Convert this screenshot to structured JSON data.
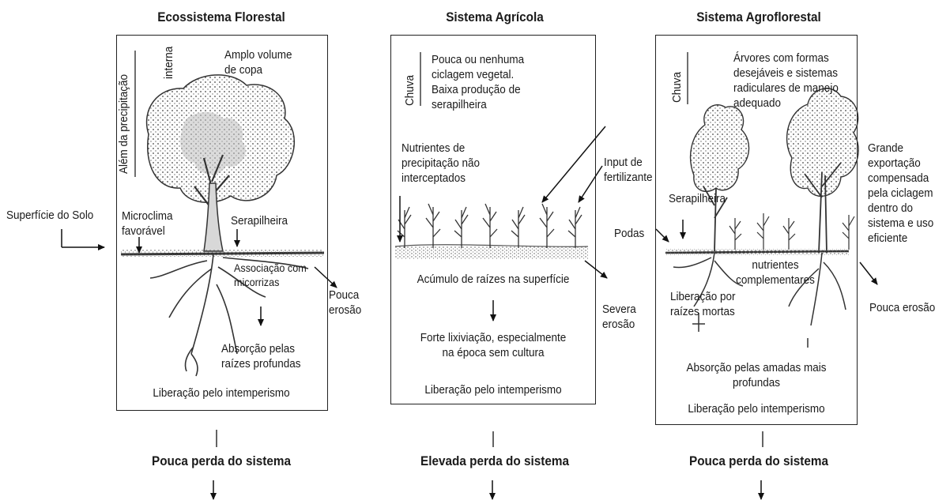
{
  "panels": [
    {
      "title": "Ecossistema Florestal",
      "rain_label": "Além da precipitação",
      "rain_label2": "interna",
      "canopy": "Amplo volume\nde copa",
      "microclimate": "Microclima\nfavorável",
      "litter": "Serapilheira",
      "mycorrhiza": "Associação com\nmicorrizas",
      "absorption": "Absorção pelas\nraízes profundas",
      "release": "Liberação pelo intemperismo",
      "footer": "Pouca perda do sistema"
    },
    {
      "title": "Sistema Agrícola",
      "rain_label": "Chuva",
      "cycling": "Pouca ou nenhuma\nciclagem vegetal.\nBaixa produção de\nserapilheira",
      "nutrients": "Nutrientes de\nprecipitação não\ninterceptados",
      "roots": "Acúmulo de raízes na superfície",
      "leaching": "Forte lixiviação, especialmente\nna época sem cultura",
      "release": "Liberação pelo intemperismo",
      "footer": "Elevada perda do sistema"
    },
    {
      "title": "Sistema Agroflorestal",
      "rain_label": "Chuva",
      "trees": "Árvores com formas\ndesejáveis e sistemas\nradiculares de manejo\nadequado",
      "litter": "Serapilheira",
      "complementary": "nutrientes\ncomplementares",
      "dead_roots": "Liberação por\nraízes mortas",
      "absorption": "Absorção pelas amadas mais\nprofundas",
      "release": "Liberação pelo intemperismo",
      "footer": "Pouca perda do sistema"
    }
  ],
  "outside": {
    "soil_surface": "Superfície do Solo",
    "low_erosion_1": "Pouca\nerosão",
    "fertilizer": "Input de\nfertilizante",
    "severe_erosion": "Severa\nerosão",
    "prunings": "Podas",
    "export": "Grande\nexportação\ncompensada\npela ciclagem\ndentro do\nsistema e uso\neficiente",
    "low_erosion_3": "Pouca erosão"
  }
}
